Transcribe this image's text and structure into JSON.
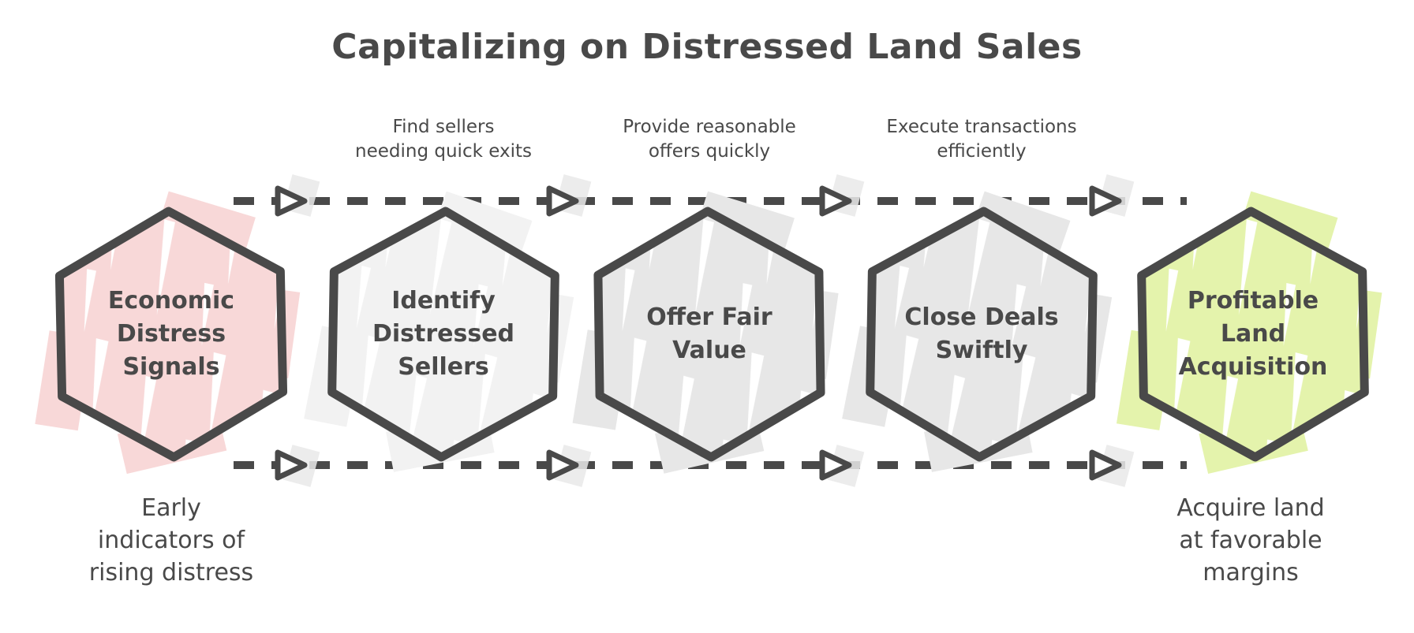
{
  "title": "Capitalizing on Distressed Land Sales",
  "colors": {
    "ink": "#494949",
    "background": "#ffffff",
    "node_pink": "#f8d8d8",
    "node_light_gray": "#f2f2f2",
    "node_gray": "#e7e7e7",
    "node_green": "#e4f3ac"
  },
  "nodes": [
    {
      "label": "Economic\nDistress\nSignals",
      "fill": "#f8d8d8"
    },
    {
      "label": "Identify\nDistressed\nSellers",
      "fill": "#f2f2f2"
    },
    {
      "label": "Offer Fair\nValue",
      "fill": "#e7e7e7"
    },
    {
      "label": "Close Deals\nSwiftly",
      "fill": "#e7e7e7"
    },
    {
      "label": "Profitable\nLand\nAcquisition",
      "fill": "#e4f3ac"
    }
  ],
  "edge_labels": [
    {
      "label": "Find sellers\nneeding quick exits"
    },
    {
      "label": "Provide reasonable\noffers quickly"
    },
    {
      "label": "Execute transactions\nefficiently"
    }
  ],
  "notes": [
    {
      "label": "Early\nindicators of\nrising distress"
    },
    {
      "label": "Acquire land\nat favorable\nmargins"
    }
  ]
}
